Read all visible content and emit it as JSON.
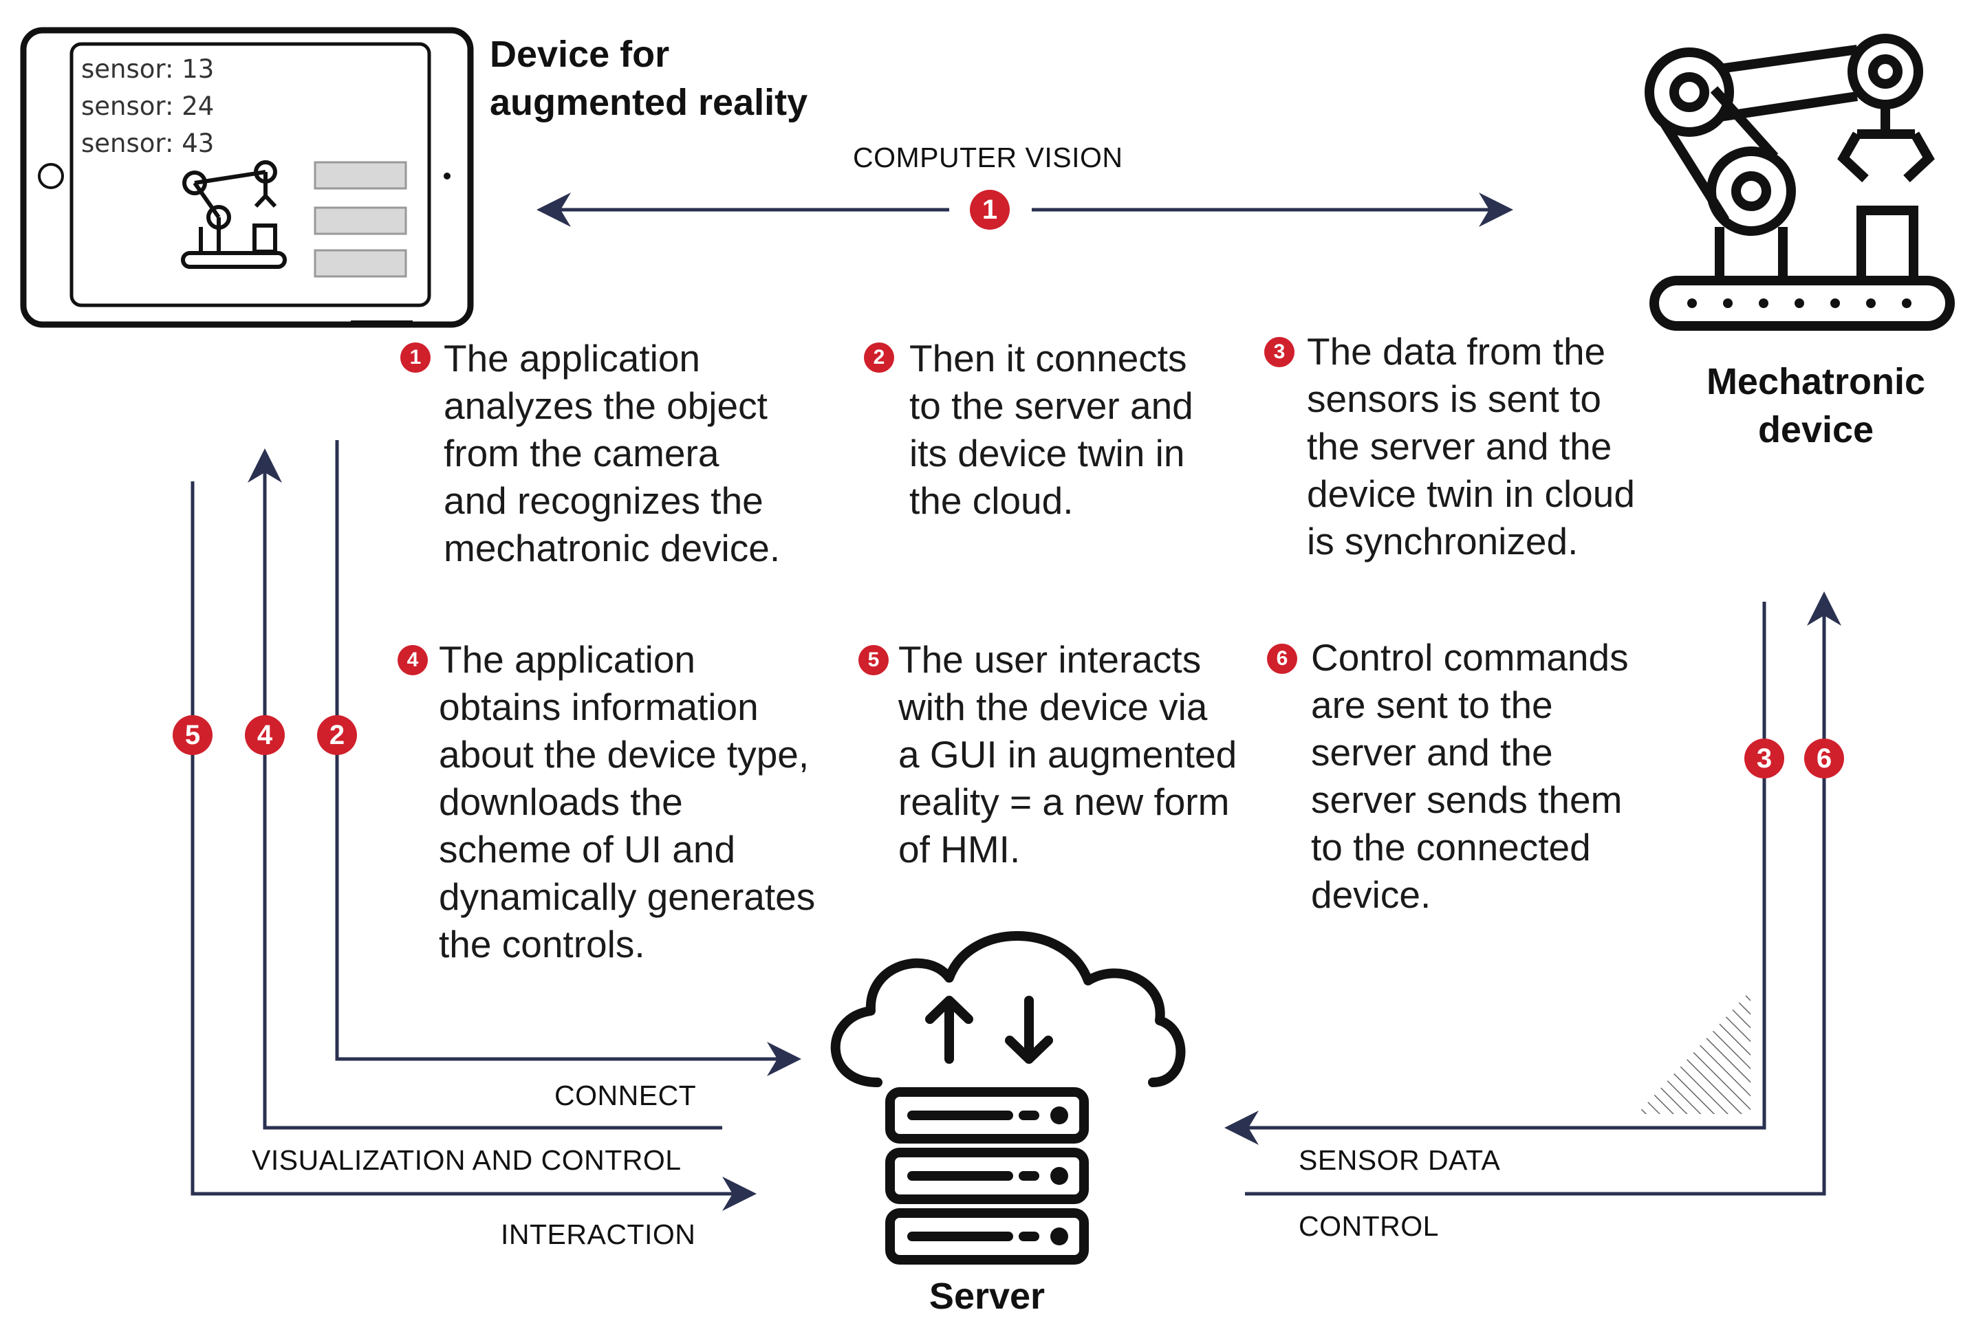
{
  "colors": {
    "arrow": "#2b3150",
    "badge": "#d0202c",
    "ink": "#111111"
  },
  "ar_device": {
    "title_lines": [
      "Device for",
      "augmented reality"
    ],
    "sensor_lines": [
      "sensor: 13",
      "sensor: 24",
      "sensor: 43"
    ],
    "icon": "tablet-icon"
  },
  "mechatronic": {
    "title_lines": [
      "Mechatronic",
      "device"
    ],
    "icon": "robot-arm-icon"
  },
  "server": {
    "label": "Server",
    "icon": "cloud-server-icon"
  },
  "computer_vision": {
    "label": "COMPUTER VISION",
    "badge": "1"
  },
  "steps": [
    {
      "num": "1",
      "lines": [
        "The application",
        "analyzes the object",
        "from the camera",
        "and recognizes the",
        "mechatronic device."
      ]
    },
    {
      "num": "2",
      "lines": [
        "Then it connects",
        "to the server and",
        "its device twin in",
        "the cloud."
      ]
    },
    {
      "num": "3",
      "lines": [
        "The data from the",
        "sensors is sent to",
        "the server and the",
        "device twin in cloud",
        "is synchronized."
      ]
    },
    {
      "num": "4",
      "lines": [
        "The application",
        "obtains information",
        "about the device type,",
        "downloads the",
        "scheme of UI and",
        "dynamically generates",
        "the controls."
      ]
    },
    {
      "num": "5",
      "lines": [
        "The user interacts",
        "with the device via",
        "a GUI in augmented",
        "reality = a new form",
        "of HMI."
      ]
    },
    {
      "num": "6",
      "lines": [
        "Control commands",
        "are sent to the",
        "server and the",
        "server sends them",
        "to the connected",
        "device."
      ]
    }
  ],
  "flows": {
    "connect": "CONNECT",
    "visualization": "VISUALIZATION AND CONTROL",
    "interaction": "INTERACTION",
    "sensor_data": "SENSOR DATA",
    "control": "CONTROL"
  },
  "left_badges": [
    "5",
    "4",
    "2"
  ],
  "right_badges": [
    "3",
    "6"
  ]
}
